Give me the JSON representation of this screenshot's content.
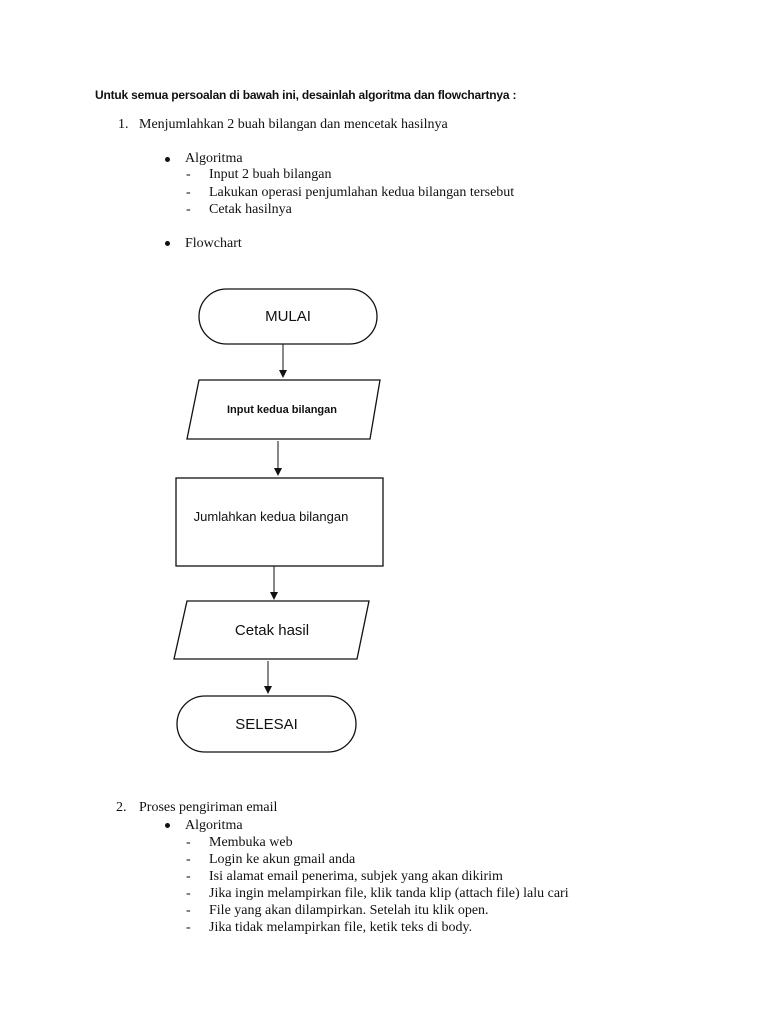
{
  "heading": "Untuk semua persoalan di bawah ini,  desainlah algoritma dan flowchartnya :",
  "section1": {
    "number": "1.",
    "title": "Menjumlahkan 2 buah bilangan dan mencetak hasilnya",
    "algoritma_label": "Algoritma",
    "steps": [
      "Input 2 buah bilangan",
      "Lakukan operasi penjumlahan kedua bilangan tersebut",
      "Cetak hasilnya"
    ],
    "flowchart_label": "Flowchart"
  },
  "flowchart": {
    "start": "MULAI",
    "input": "Input kedua bilangan",
    "process": "Jumlahkan kedua bilangan",
    "output": "Cetak hasil",
    "end": "SELESAI"
  },
  "section2": {
    "number": "2.",
    "title": "Proses pengiriman email",
    "algoritma_label": "Algoritma",
    "steps": [
      "Membuka web",
      "Login ke akun gmail anda",
      "Isi alamat email penerima,  subjek yang akan dikirim",
      "Jika ingin melampirkan file, klik tanda klip (attach file) lalu cari",
      "File yang akan dilampirkan.  Setelah itu klik open.",
      "Jika tidak melampirkan file, ketik teks di body."
    ]
  },
  "dash": "-"
}
